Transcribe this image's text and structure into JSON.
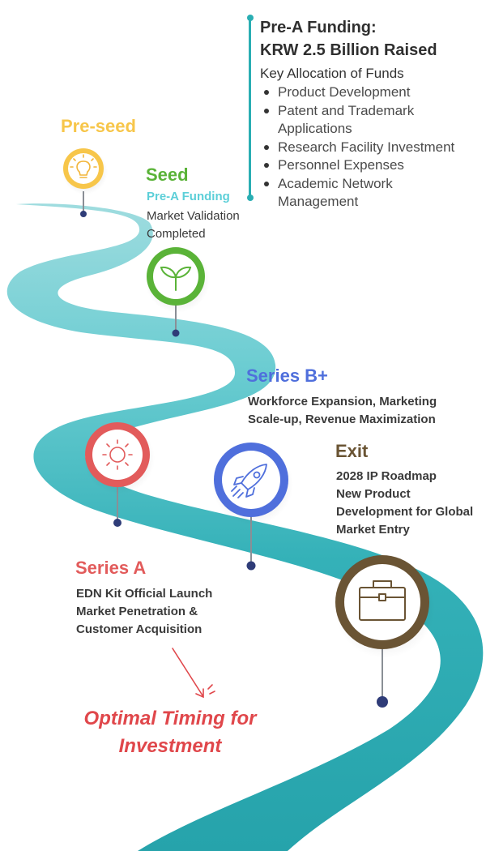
{
  "info_panel": {
    "title_line1": "Pre-A Funding:",
    "title_line2": "KRW 2.5 Billion Raised",
    "subtitle": "Key Allocation of Funds",
    "items": [
      {
        "line1": "Product Development",
        "line2": ""
      },
      {
        "line1": "Patent and Trademark",
        "line2": "Applications"
      },
      {
        "line1": "Research Facility Investment",
        "line2": ""
      },
      {
        "line1": "Personnel Expenses",
        "line2": ""
      },
      {
        "line1": "Academic Network",
        "line2": "Management"
      }
    ]
  },
  "stages": {
    "preseed": {
      "title": "Pre-seed",
      "icon": "lightbulb-icon",
      "color": "#f7c64a"
    },
    "seed": {
      "title": "Seed",
      "highlight": "Pre-A Funding",
      "desc_line1": "Market Validation",
      "desc_line2": "Completed",
      "icon": "sprout-icon",
      "color": "#5ab338"
    },
    "series_a": {
      "title": "Series A",
      "desc_line1": "EDN Kit Official Launch",
      "desc_line2": "Market Penetration &",
      "desc_line3": "Customer Acquisition",
      "icon": "sun-icon",
      "color": "#e25b5b"
    },
    "series_b": {
      "title": "Series B+",
      "desc_line1": "Workforce Expansion, Marketing",
      "desc_line2": "Scale-up, Revenue Maximization",
      "icon": "rocket-icon",
      "color": "#4f6fdc"
    },
    "exit": {
      "title": "Exit",
      "desc_line1": "2028 IP Roadmap",
      "desc_line2": "New Product",
      "desc_line3": "Development for Global",
      "desc_line4": "Market Entry",
      "icon": "briefcase-icon",
      "color": "#6a5434"
    }
  },
  "callout": {
    "line1": "Optimal Timing for",
    "line2": "Investment",
    "color": "#e0474b"
  },
  "colors": {
    "road": "#2eaab2",
    "road_light": "#7fd2d6",
    "pin_stem": "#8a8f96",
    "pin_dot": "#2f3c78"
  }
}
